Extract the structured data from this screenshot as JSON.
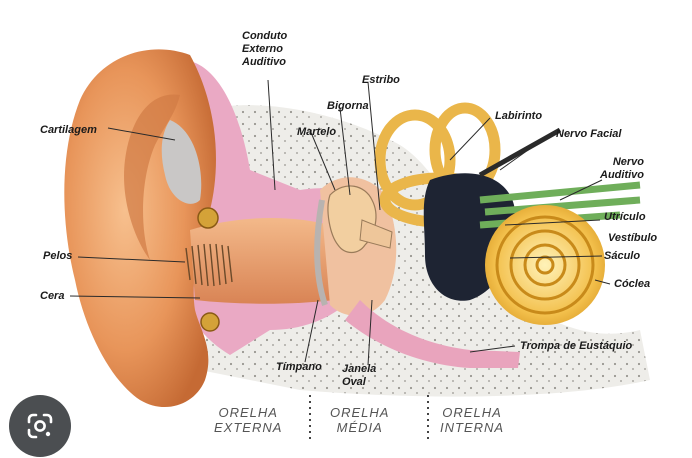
{
  "diagram": {
    "labels": {
      "conduto": "Conduto\nExterno\nAuditivo",
      "estribo": "Estribo",
      "bigorna": "Bigorna",
      "martelo": "Martelo",
      "labirinto": "Labirinto",
      "nervo_facial": "Nervo Facial",
      "nervo_auditivo": "Nervo\nAuditivo",
      "cartilagem": "Cartilagem",
      "utriculo": "Utrículo",
      "vestibulo": "Vestíbulo",
      "saculo": "Sáculo",
      "pelos": "Pelos",
      "coclea": "Cóclea",
      "cera": "Cera",
      "trompa": "Trompa de Eustáquio",
      "timpano": "Tímpano",
      "janela_oval": "Janela\nOval"
    },
    "regions": {
      "externa": "ORELHA\nEXTERNA",
      "media": "ORELHA\nMÉDIA",
      "interna": "ORELHA\nINTERNA"
    }
  },
  "colors": {
    "skin": "#e89a5a",
    "pink_tissue": "#e8a6c2",
    "bone": "#cfcac2",
    "ossicles": "#f0c890",
    "cochlea": "#f2c04a",
    "labyrinth_dark": "#1e2433",
    "nerve_green": "#6fae5a"
  },
  "lens_icon": "google-lens-icon"
}
